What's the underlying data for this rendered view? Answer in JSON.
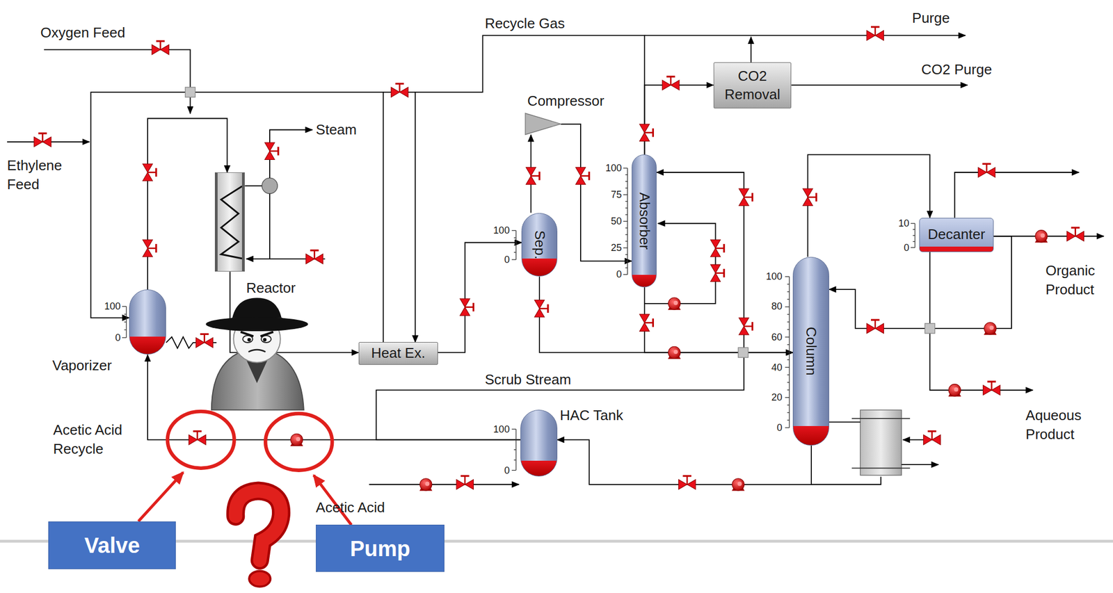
{
  "diagram": {
    "nodes": [
      {
        "text": [
          "Vaporizer"
        ]
      },
      {
        "text": [
          "Reactor"
        ]
      },
      {
        "text": [
          "Heat Ex."
        ]
      },
      {
        "text": [
          "Sep."
        ]
      },
      {
        "text": [
          "Compressor"
        ]
      },
      {
        "text": [
          "Absorber"
        ]
      },
      {
        "text": [
          "CO2 Removal"
        ]
      },
      {
        "text": [
          "Column"
        ]
      },
      {
        "text": [
          "Decanter"
        ]
      },
      {
        "text": [
          "HAC Tank"
        ]
      },
      {
        "text": [
          "Valve"
        ]
      },
      {
        "text": [
          "Pump"
        ]
      }
    ],
    "edges": [
      {
        "from": 0,
        "to": 1,
        "arrow": "to"
      },
      {
        "from": 1,
        "to": 2,
        "arrow": "to"
      },
      {
        "from": 2,
        "to": 3,
        "arrow": "to"
      },
      {
        "from": 3,
        "to": 4,
        "arrow": "to"
      },
      {
        "from": 4,
        "to": 5,
        "arrow": "to"
      },
      {
        "from": 5,
        "to": 6,
        "arrow": "to"
      },
      {
        "from": 5,
        "to": 2,
        "arrow": "to"
      },
      {
        "from": 2,
        "to": 0,
        "arrow": "to"
      },
      {
        "from": 9,
        "to": 0,
        "arrow": "to"
      },
      {
        "from": 9,
        "to": 5,
        "arrow": "to"
      },
      {
        "from": 3,
        "to": 7,
        "arrow": "to"
      },
      {
        "from": 5,
        "to": 7,
        "arrow": "to"
      },
      {
        "from": 7,
        "to": 8,
        "arrow": "to"
      },
      {
        "from": 7,
        "to": 9,
        "arrow": "to"
      },
      {
        "from": 8,
        "to": 7,
        "arrow": "to"
      }
    ],
    "labels": [
      "Oxygen Feed",
      "Recycle Gas",
      "Purge",
      "CO2 Purge",
      "Steam",
      "Ethylene Feed",
      "100",
      "0",
      "100",
      "0",
      "100",
      "75",
      "50",
      "25",
      "0",
      "100",
      "80",
      "60",
      "40",
      "20",
      "0",
      "10",
      "0",
      "100",
      "0",
      "Scrub Stream",
      "Acetic Acid Recycle",
      "Acetic Acid",
      "Organic Product",
      "Aqueous Product"
    ]
  }
}
